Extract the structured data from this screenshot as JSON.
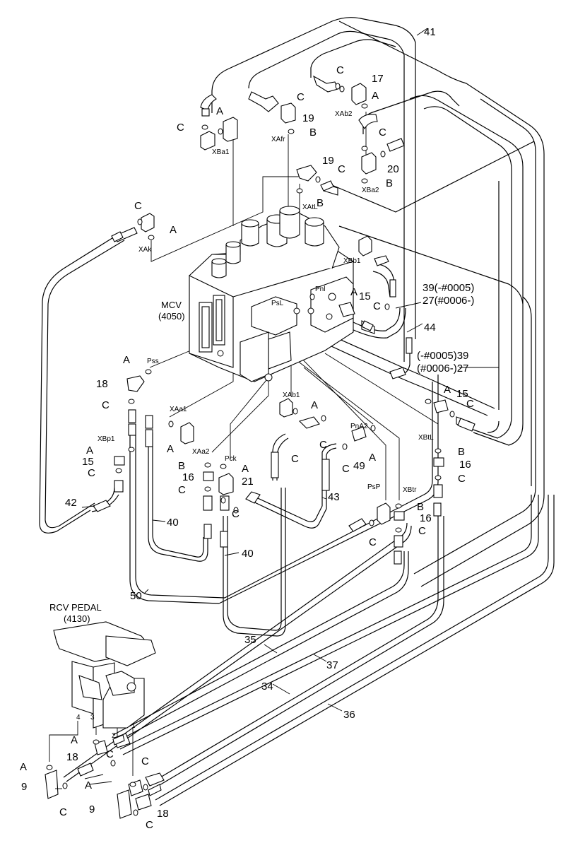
{
  "title_mcv": "MCV",
  "title_mcv_code": "(4050)",
  "title_rcv": "RCV PEDAL",
  "title_rcv_code": "(4130)",
  "callouts": {
    "n9a": "9",
    "n9b": "9",
    "n15a": "15",
    "n15b": "15",
    "n15c": "15",
    "n16a": "16",
    "n16b": "16",
    "n16c": "16",
    "n17": "17",
    "n18a": "18",
    "n18b": "18",
    "n18c": "18",
    "n19a": "19",
    "n19b": "19",
    "n20": "20",
    "n21": "21",
    "n27a": "27(#0006-)",
    "n39a": "39(-#0005)",
    "n39b": "(-#0005)39",
    "n27b": "(#0006-)27",
    "n34": "34",
    "n35": "35",
    "n36": "36",
    "n37": "37",
    "n40a": "40",
    "n40b": "40",
    "n41": "41",
    "n42": "42",
    "n43": "43",
    "n44": "44",
    "n49": "49",
    "n50": "50"
  },
  "letters": {
    "A": "A",
    "B": "B",
    "C": "C"
  },
  "ports": {
    "XBa1": "XBa1",
    "XAb2": "XAb2",
    "XAfr": "XAfr",
    "XBa2": "XBa2",
    "XAtL": "XAtL",
    "XAk": "XAk",
    "XBb1": "XBb1",
    "Pss": "Pss",
    "XAa1": "XAa1",
    "XAb1": "XAb1",
    "XAa2": "XAa2",
    "XBp1": "XBp1",
    "Pck": "Pck",
    "PnA2": "PnA2",
    "XBtL": "XBtL",
    "PsP": "PsP",
    "XBtr": "XBtr",
    "PsL": "PsL",
    "Pnl": "Pnl"
  },
  "pedal_ports": [
    "4",
    "3",
    "2",
    "1"
  ]
}
